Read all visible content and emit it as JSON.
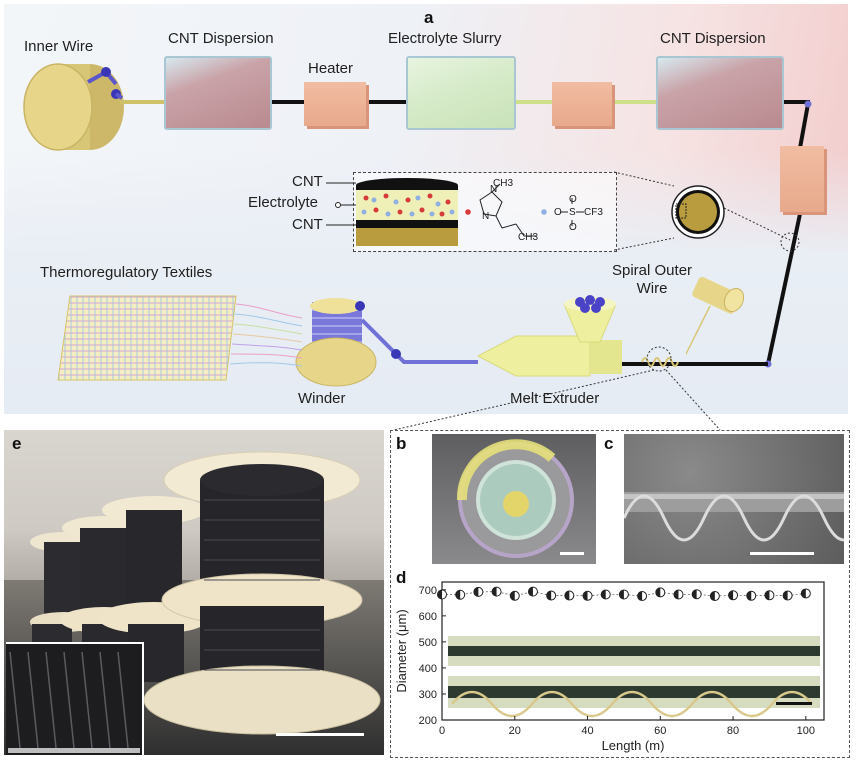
{
  "panels": {
    "a": "a",
    "b": "b",
    "c": "c",
    "d": "d",
    "e": "e"
  },
  "process": {
    "inner_wire": "Inner Wire",
    "cnt_dispersion_1": "CNT Dispersion",
    "heater": "Heater",
    "electrolyte_slurry": "Electrolyte Slurry",
    "cnt_dispersion_2": "CNT Dispersion",
    "spiral_outer_wire": "Spiral Outer\nWire",
    "melt_extruder": "Melt Extruder",
    "winder": "Winder",
    "textiles": "Thermoregulatory Textiles"
  },
  "inset": {
    "layer_top": "CNT",
    "layer_mid": "Electrolyte",
    "layer_bottom": "CNT",
    "cation_methyl": "CH3",
    "cation_butyl": "CH3",
    "anion_cf3": "CF3",
    "n_plus": "N",
    "n_lower": "N",
    "o_minus": "O",
    "s_atom": "S",
    "o_top": "O",
    "o_bottom": "O"
  },
  "colors": {
    "cnt_tank": "#b98a8f",
    "electrolyte_tank": "#d6ebc9",
    "heater": "#eeb69c",
    "wire_gold": "#d6c46a",
    "spool_gold": "#e7d68a",
    "polymer_blue": "#6f6fd6",
    "extruder_yellow": "#eef0a0"
  },
  "chart_data": {
    "type": "scatter",
    "title": "",
    "xlabel": "Length (m)",
    "ylabel": "Diameter (μm)",
    "xlim": [
      0,
      105
    ],
    "ylim": [
      200,
      730
    ],
    "xticks": [
      0,
      20,
      40,
      60,
      80,
      100
    ],
    "yticks": [
      200,
      300,
      400,
      500,
      600,
      700
    ],
    "grid": false,
    "series": [
      {
        "x": [
          0,
          5,
          10,
          15,
          20,
          25,
          30,
          35,
          40,
          45,
          50,
          55,
          60,
          65,
          70,
          75,
          80,
          85,
          90,
          95,
          100
        ],
        "values": [
          682,
          681,
          692,
          693,
          677,
          693,
          678,
          678,
          677,
          682,
          682,
          676,
          690,
          682,
          683,
          676,
          679,
          677,
          679,
          678,
          686
        ]
      }
    ]
  }
}
